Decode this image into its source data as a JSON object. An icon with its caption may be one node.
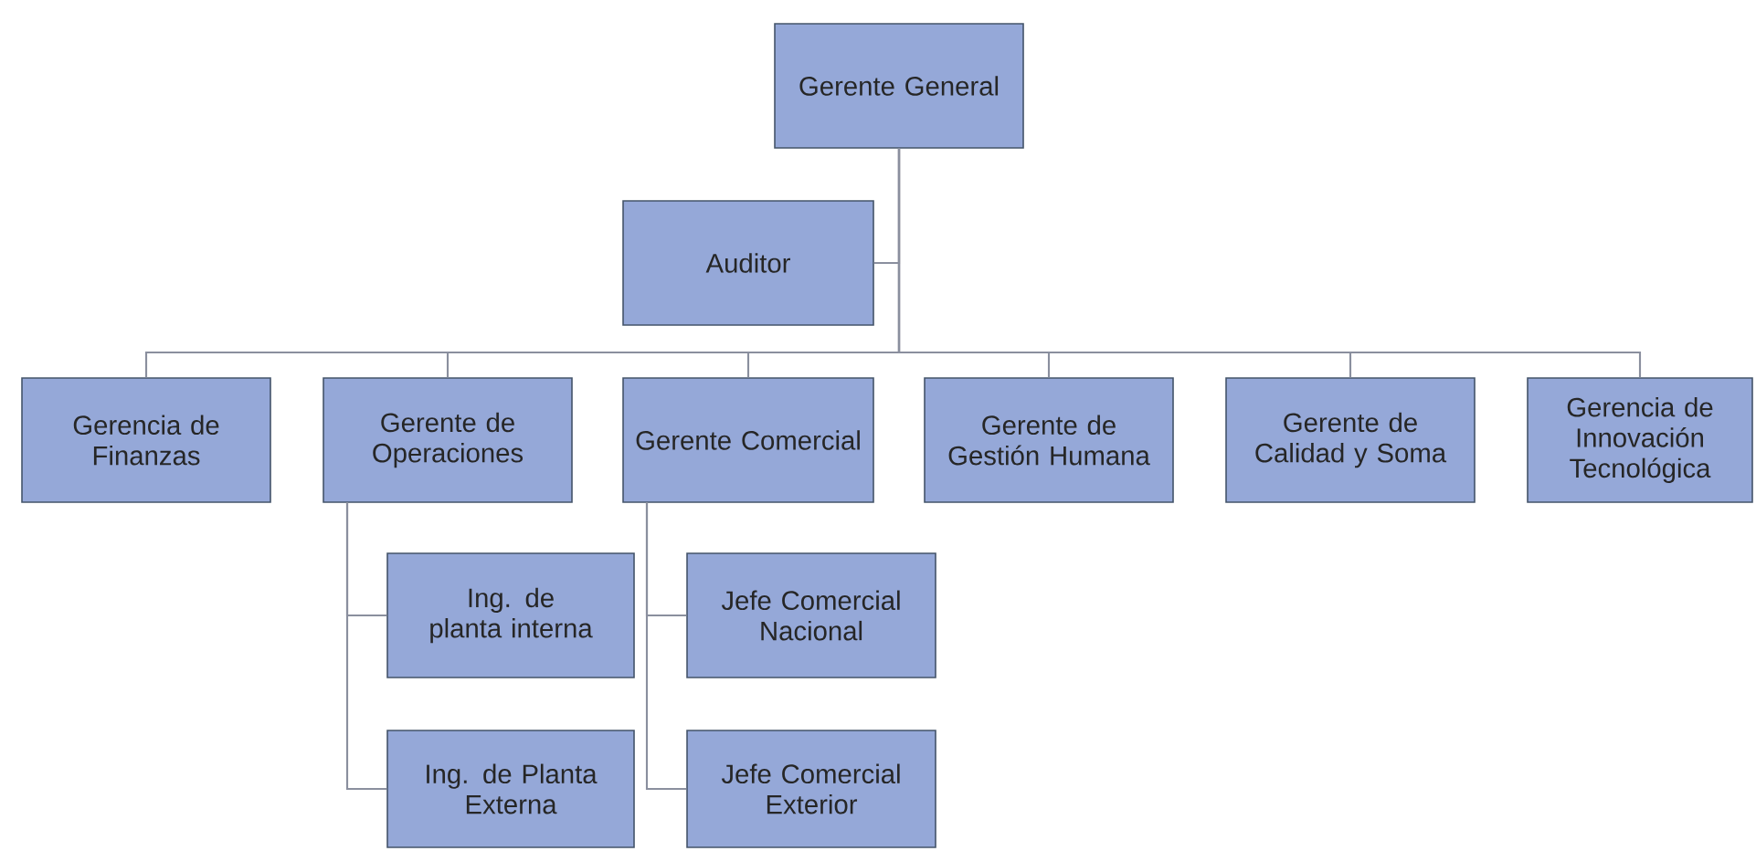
{
  "diagram": {
    "nodes": [
      {
        "text": [
          "Gerente General"
        ]
      },
      {
        "text": [
          "Auditor"
        ]
      },
      {
        "text": [
          "Gerencia de Finanzas"
        ]
      },
      {
        "text": [
          "Gerente de Operaciones"
        ]
      },
      {
        "text": [
          "Gerente Comercial"
        ]
      },
      {
        "text": [
          "Gerente de Gestión Humana"
        ]
      },
      {
        "text": [
          "Gerente de Calidad y Soma"
        ]
      },
      {
        "text": [
          "Gerencia de Innovación Tecnológica"
        ]
      },
      {
        "text": [
          "Ing. de planta interna"
        ]
      },
      {
        "text": [
          "Ing. de Planta Externa"
        ]
      },
      {
        "text": [
          "Jefe Comercial Nacional"
        ]
      },
      {
        "text": [
          "Jefe Comercial Exterior"
        ]
      }
    ],
    "edges": [
      {
        "from": 0,
        "to": 1,
        "arrow": "none"
      },
      {
        "from": 0,
        "to": 2,
        "arrow": "none"
      },
      {
        "from": 0,
        "to": 3,
        "arrow": "none"
      },
      {
        "from": 0,
        "to": 4,
        "arrow": "none"
      },
      {
        "from": 0,
        "to": 5,
        "arrow": "none"
      },
      {
        "from": 0,
        "to": 6,
        "arrow": "none"
      },
      {
        "from": 0,
        "to": 7,
        "arrow": "none"
      },
      {
        "from": 3,
        "to": 8,
        "arrow": "none"
      },
      {
        "from": 3,
        "to": 9,
        "arrow": "none"
      },
      {
        "from": 4,
        "to": 10,
        "arrow": "none"
      },
      {
        "from": 4,
        "to": 11,
        "arrow": "none"
      }
    ]
  }
}
